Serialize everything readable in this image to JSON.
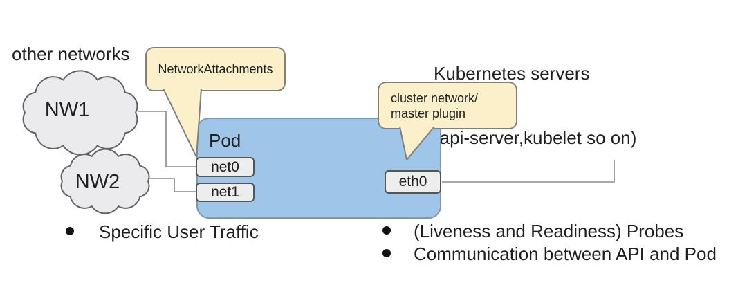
{
  "canvas": {
    "bg": "#ffffff"
  },
  "colors": {
    "canvas_bg": "#ffffff",
    "text": "#1f1f1f",
    "pod_fill": "#9FC5E8",
    "pod_border": "#7E97AB",
    "callout_fill": "#FBF0C9",
    "callout_border": "#7F7F7F",
    "cloud_fill": "#EBEBED",
    "cloud_border": "#5F6368",
    "nic_fill": "#EDEDED",
    "nic_border": "#555555",
    "connector": "#8A8A8A"
  },
  "headings": {
    "other_networks": "other networks",
    "kubernetes_servers": {
      "line1": "Kubernetes servers",
      "line2": "(api-server,kubelet so on)"
    }
  },
  "clouds": {
    "nw1": {
      "label": "NW1"
    },
    "nw2": {
      "label": "NW2"
    }
  },
  "callouts": {
    "network_attachments": {
      "text": "NetworkAttachments"
    },
    "cluster_network": {
      "line1": "cluster network/",
      "line2": "master plugin"
    }
  },
  "pod": {
    "label": "Pod",
    "interfaces": {
      "net0": "net0",
      "net1": "net1",
      "eth0": "eth0"
    }
  },
  "bullets": {
    "left": [
      "Specific User Traffic"
    ],
    "right": [
      "(Liveness and Readiness) Probes",
      "Communication between API and Pod"
    ]
  }
}
